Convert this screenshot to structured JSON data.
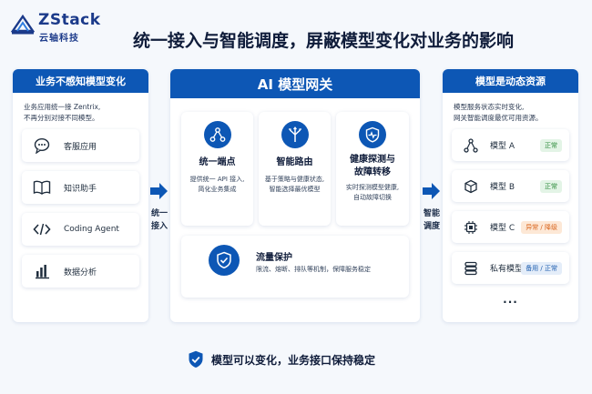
{
  "brand": {
    "name": "ZStack",
    "subtitle": "云轴科技",
    "color": "#0d57b5"
  },
  "title": "统一接入与智能调度，屏蔽模型变化对业务的影响",
  "left_panel": {
    "title": "业务不感知模型变化",
    "description_line1": "业务应用统一接 Zentrix,",
    "description_line2": "不再分别对接不同模型。",
    "items": [
      {
        "label": "客服应用",
        "icon": "chat-bubble-icon"
      },
      {
        "label": "知识助手",
        "icon": "open-book-icon"
      },
      {
        "label": "Coding Agent",
        "icon": "code-icon"
      },
      {
        "label": "数据分析",
        "icon": "bar-chart-icon"
      }
    ]
  },
  "center_panel": {
    "title": "AI 模型网关",
    "cards": [
      {
        "title": "统一端点",
        "desc_line1": "提供统一 API 接入,",
        "desc_line2": "简化业务集成",
        "icon": "network-node-icon"
      },
      {
        "title": "智能路由",
        "desc_line1": "基于策略与健康状态,",
        "desc_line2": "智能选择最优模型",
        "icon": "route-split-icon"
      },
      {
        "title_line1": "健康探测与",
        "title_line2": "故障转移",
        "desc_line1": "实时探测模型健康,",
        "desc_line2": "自动故障切换",
        "icon": "shield-pulse-icon"
      }
    ],
    "traffic": {
      "title": "流量保护",
      "desc": "限流、熔断、排队等机制，保障服务稳定",
      "icon": "shield-check-icon"
    }
  },
  "right_panel": {
    "title": "模型是动态资源",
    "description_line1": "模型服务状态实时变化,",
    "description_line2": "网关智能调度最优可用资源。",
    "models": [
      {
        "label": "模型 A",
        "status": "正常",
        "status_type": "ok",
        "icon": "molecule-icon"
      },
      {
        "label": "模型 B",
        "status": "正常",
        "status_type": "ok",
        "icon": "cube-icon"
      },
      {
        "label": "模型 C",
        "status": "异常 / 降级",
        "status_type": "warn",
        "icon": "chip-icon"
      },
      {
        "label": "私有模型",
        "status": "备用 / 正常",
        "status_type": "blue",
        "icon": "server-stack-icon"
      }
    ],
    "more": "..."
  },
  "arrows": {
    "left_line1": "统一",
    "left_line2": "接入",
    "right_line1": "智能",
    "right_line2": "调度"
  },
  "footer": "模型可以变化，业务接口保持稳定",
  "colors": {
    "primary": "#0d57b5",
    "ok": "#2e8c3c",
    "warn": "#d9641c"
  }
}
